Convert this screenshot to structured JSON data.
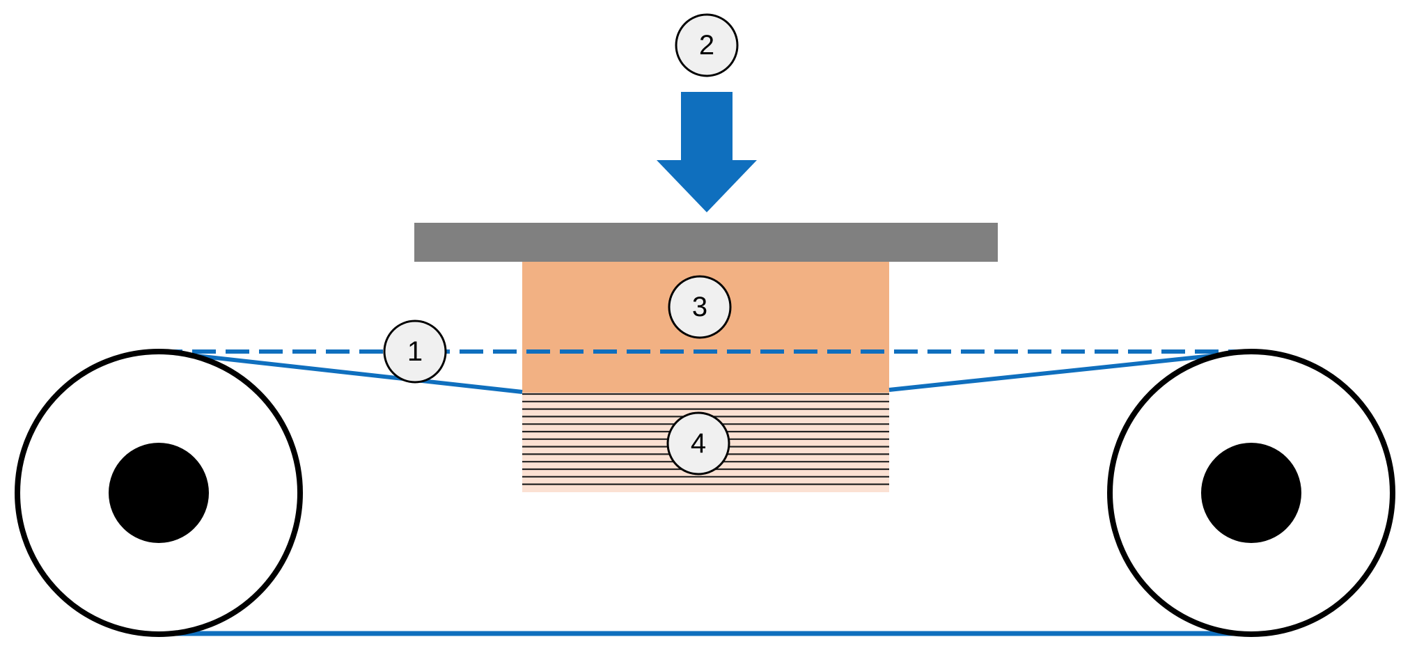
{
  "colors": {
    "background": "#ffffff",
    "belt": "#0f6fbe",
    "arrow": "#0f6fbe",
    "press_plate": "#808080",
    "resin_block": "#f2b183",
    "layers_fill": "#fbe1d3",
    "layer_lines": "#222222",
    "roller_outline": "#000000",
    "roller_hub": "#000000",
    "callout_fill": "#f0f0f0",
    "callout_stroke": "#000000"
  },
  "callouts": [
    {
      "id": "1",
      "label": "1"
    },
    {
      "id": "2",
      "label": "2"
    },
    {
      "id": "3",
      "label": "3"
    },
    {
      "id": "4",
      "label": "4"
    }
  ]
}
